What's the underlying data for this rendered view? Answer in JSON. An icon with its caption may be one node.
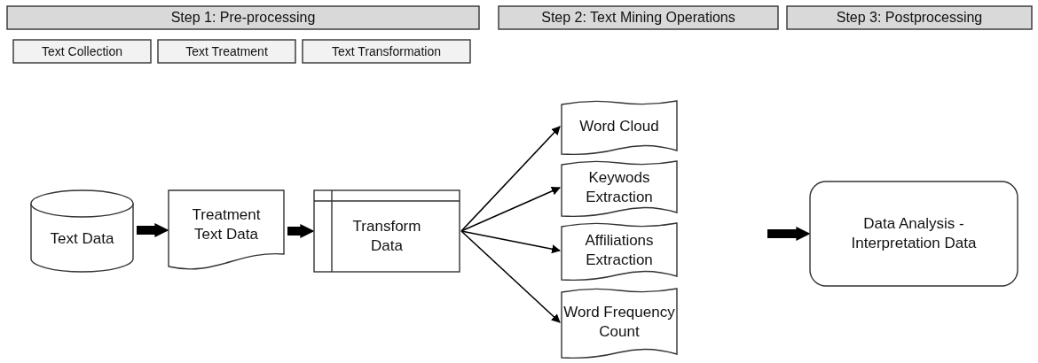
{
  "diagram": {
    "nodes": [
      {
        "text": [
          "Step 1: Pre-processing"
        ]
      },
      {
        "text": [
          "Step 2: Text Mining Operations"
        ]
      },
      {
        "text": [
          "Step 3: Postprocessing"
        ]
      },
      {
        "text": [
          "Text Collection"
        ]
      },
      {
        "text": [
          "Text Treatment"
        ]
      },
      {
        "text": [
          "Text Transformation"
        ]
      },
      {
        "text": [
          "Text Data"
        ]
      },
      {
        "text": [
          "Treatment Text Data"
        ]
      },
      {
        "text": [
          "Transform Data"
        ]
      },
      {
        "text": [
          "Word Cloud"
        ]
      },
      {
        "text": [
          "Keywods Extraction"
        ]
      },
      {
        "text": [
          "Affiliations Extraction"
        ]
      },
      {
        "text": [
          "Word Frequency Count"
        ]
      },
      {
        "text": [
          "Data Analysis - Interpretation Data"
        ]
      }
    ],
    "edges": [
      {
        "from": 6,
        "to": 7,
        "arrow": "to",
        "style": "thick"
      },
      {
        "from": 7,
        "to": 8,
        "arrow": "to",
        "style": "thick"
      },
      {
        "from": 8,
        "to": 9,
        "arrow": "to"
      },
      {
        "from": 8,
        "to": 10,
        "arrow": "to"
      },
      {
        "from": 8,
        "to": 11,
        "arrow": "to"
      },
      {
        "from": 8,
        "to": 12,
        "arrow": "to"
      },
      {
        "from": null,
        "to": 13,
        "arrow": "to",
        "style": "thick"
      }
    ]
  }
}
